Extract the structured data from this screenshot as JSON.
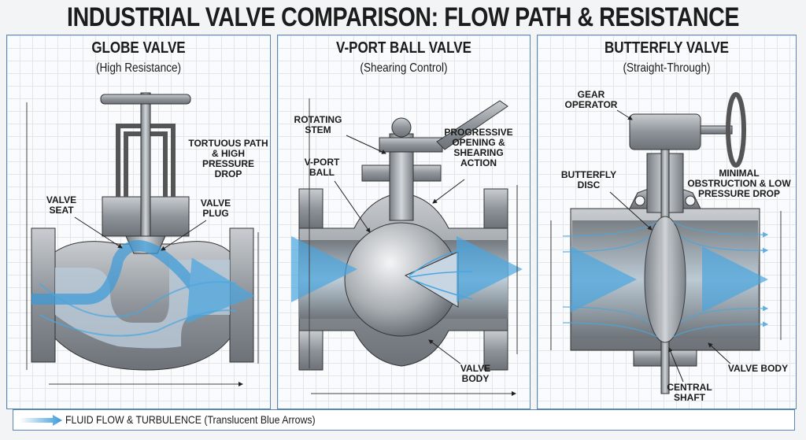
{
  "title": "INDUSTRIAL VALVE COMPARISON: FLOW PATH & RESISTANCE",
  "colors": {
    "flow": "#3a9ad9",
    "border": "#5a86b3",
    "metal": "#9aa0a6"
  },
  "panels": [
    {
      "name": "GLOBE VALVE",
      "subtitle": "(High Resistance)",
      "labels": {
        "path": "TORTUOUS PATH & HIGH PRESSURE DROP",
        "seat": "VALVE SEAT",
        "plug": "VALVE PLUG"
      }
    },
    {
      "name": "V-PORT BALL VALVE",
      "subtitle": "(Shearing Control)",
      "labels": {
        "stem": "ROTATING STEM",
        "ball": "V-PORT BALL",
        "action": "PROGRESSIVE OPENING & SHEARING ACTION",
        "body": "VALVE BODY"
      }
    },
    {
      "name": "BUTTERFLY VALVE",
      "subtitle": "(Straight-Through)",
      "labels": {
        "gear": "GEAR OPERATOR",
        "disc": "BUTTERFLY DISC",
        "minimal": "MINIMAL OBSTRUCTION & LOW PRESSURE DROP",
        "body": "VALVE BODY",
        "shaft": "CENTRAL SHAFT"
      }
    }
  ],
  "legend": {
    "icon": "flow-arrow-icon",
    "text": "FLUID FLOW & TURBULENCE (Translucent Blue Arrows)"
  }
}
